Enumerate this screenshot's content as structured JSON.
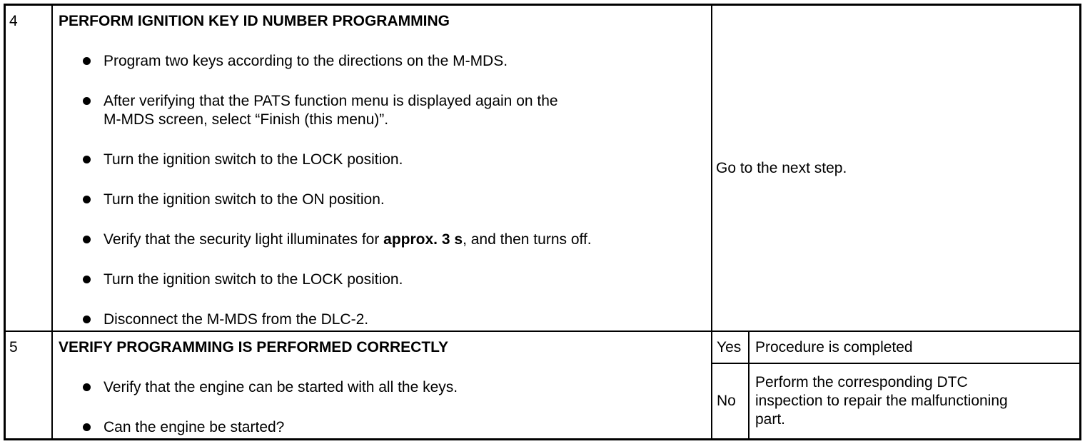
{
  "table": {
    "rows": [
      {
        "step": "4",
        "title": "PERFORM IGNITION KEY ID NUMBER PROGRAMMING",
        "bullets": [
          "Program two keys according to the directions on the M-MDS.",
          "After verifying that the PATS function menu is displayed again on the\nM-MDS screen, select “Finish (this menu)”.",
          "Turn the ignition switch to the LOCK position.",
          "Turn the ignition switch to the ON position.",
          {
            "pre": "Verify that the security light illuminates for ",
            "bold": "approx. 3 s",
            "post": ", and then turns off."
          },
          "Turn the ignition switch to the LOCK position.",
          "Disconnect the M-MDS from the DLC-2."
        ],
        "action": "Go to the next step."
      },
      {
        "step": "5",
        "title": "VERIFY PROGRAMMING IS PERFORMED CORRECTLY",
        "bullets": [
          "Verify that the engine can be started with all the keys.",
          "Can the engine be started?"
        ],
        "outcomes": [
          {
            "answer": "Yes",
            "action": "Procedure is completed"
          },
          {
            "answer": "No",
            "action": "Perform the corresponding DTC\ninspection to repair the malfunctioning\npart."
          }
        ]
      }
    ],
    "colors": {
      "border": "#000000",
      "text": "#000000",
      "background": "#ffffff"
    }
  }
}
